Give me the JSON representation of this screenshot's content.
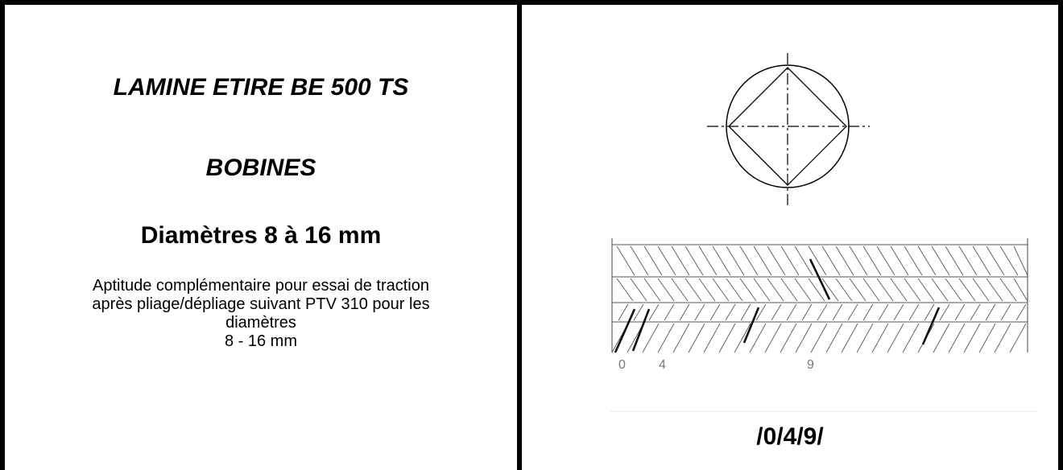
{
  "left_panel": {
    "title_line_1": "LAMINE ETIRE BE 500 TS",
    "title_line_2": "BOBINES",
    "title_line_3": "Diamètres 8 à 16 mm",
    "description_lines": [
      "Aptitude complémentaire pour essai de traction",
      "après pliage/dépliage suivant PTV 310 pour les",
      "diamètres",
      "8 - 16 mm"
    ]
  },
  "right_panel": {
    "rib_pattern_labels": [
      "0",
      "4",
      "9"
    ],
    "marking_code": "/0/4/9/"
  }
}
